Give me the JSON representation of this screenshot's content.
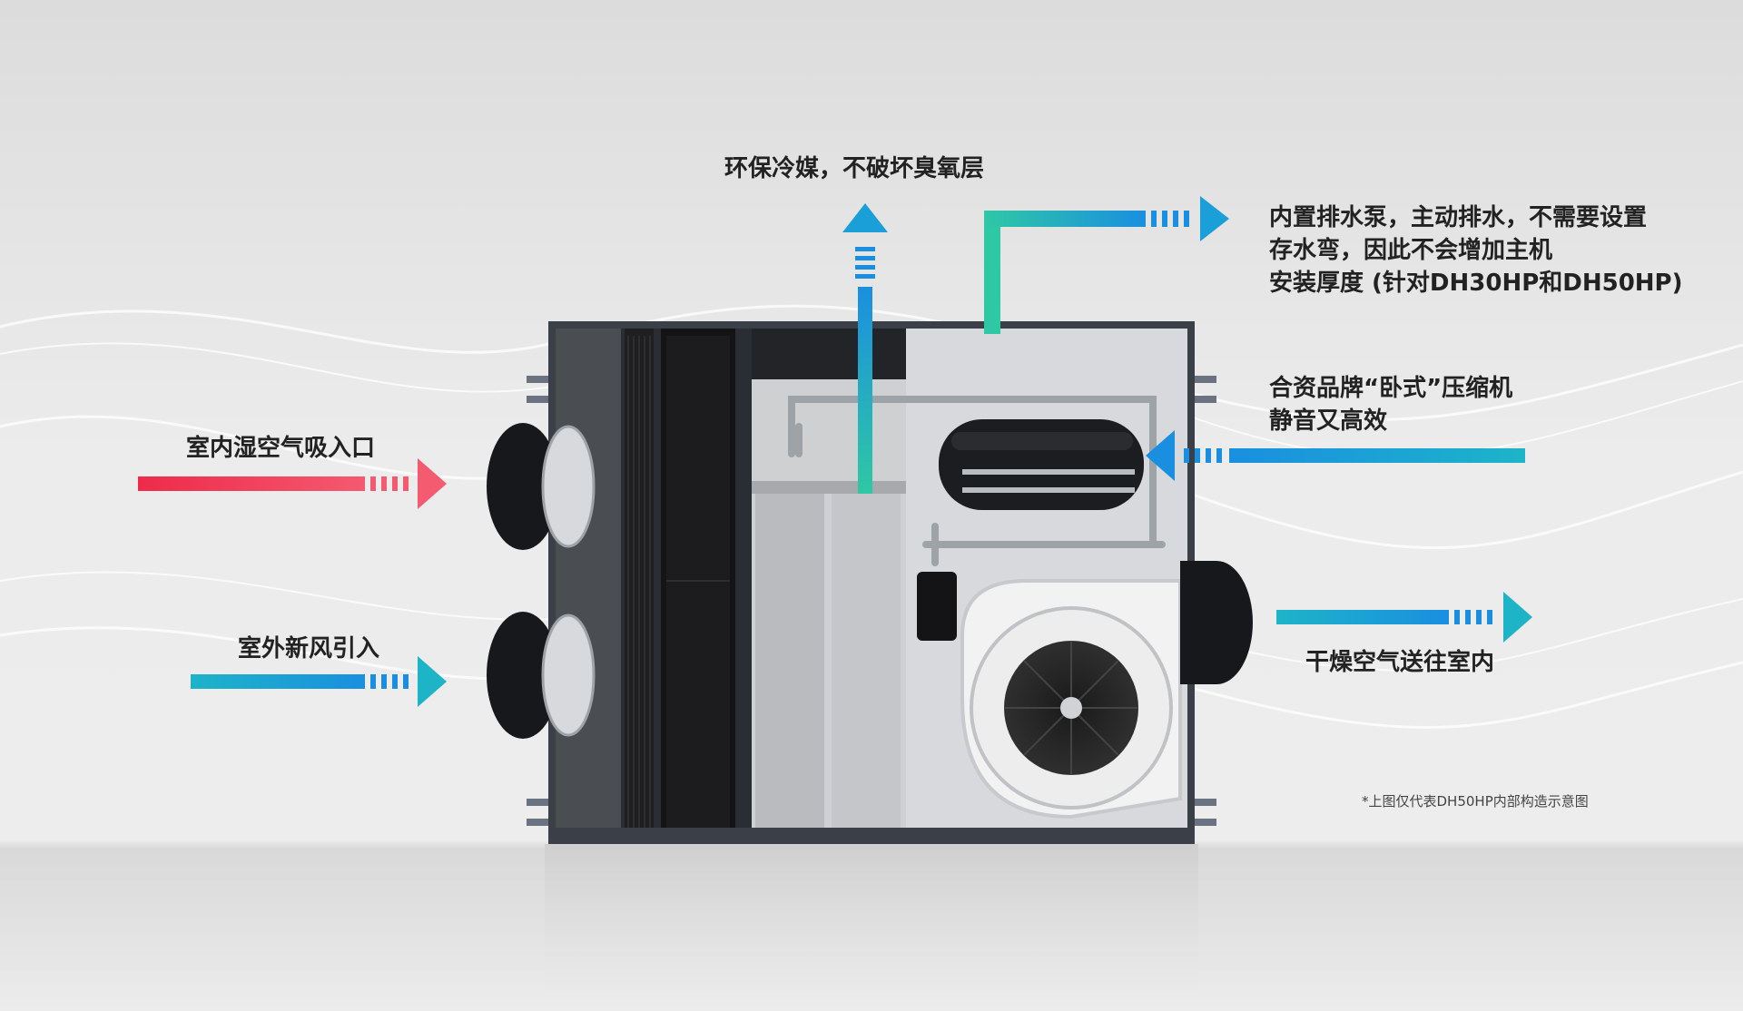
{
  "colors": {
    "warm_arrow": "#ee2a4a",
    "cool_arrow": "#18a9c9",
    "up_arrow_bottom": "#2fc8a4",
    "up_arrow_top": "#1a8fe0",
    "unit_frame": "#3b3f47",
    "background": "#e8e8e8"
  },
  "labels": {
    "refrigerant": "环保冷媒，不破坏臭氧层",
    "drain_pump": [
      "内置排水泵，主动排水，不需要设置",
      "存水弯，因此不会增加主机",
      "安装厚度 (针对DH30HP和DH50HP)"
    ],
    "compressor": [
      "合资品牌“卧式”压缩机",
      "静音又高效"
    ],
    "humid_air_inlet": "室内湿空气吸入口",
    "fresh_air_inlet": "室外新风引入",
    "dry_air_outlet": "干燥空气送往室内"
  },
  "footnote": "*上图仅代表DH50HP内部构造示意图",
  "icons": [
    "flow-arrow-right",
    "flow-arrow-up",
    "flow-arrow-left",
    "elbow-arrow-right"
  ]
}
